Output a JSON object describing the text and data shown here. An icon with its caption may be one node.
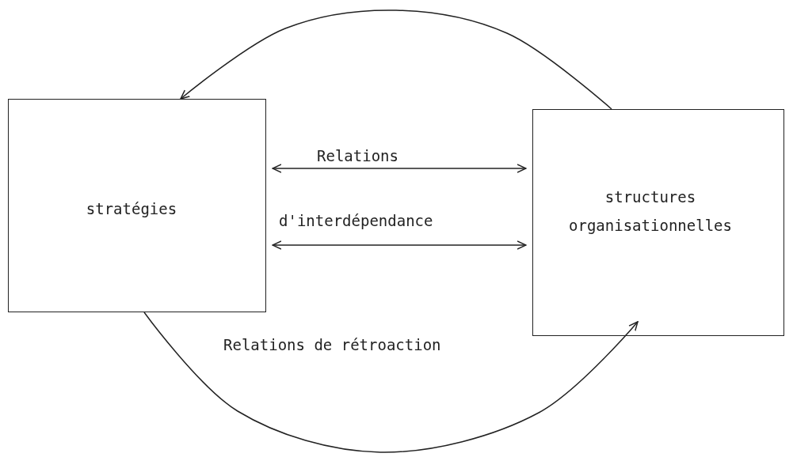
{
  "diagram": {
    "nodes": [
      {
        "text": [
          "stratégies"
        ]
      },
      {
        "text": [
          "structures organisationnelles"
        ]
      }
    ],
    "edges": [
      {
        "from": 0,
        "to": 1,
        "arrow": "both",
        "label": "Relations"
      },
      {
        "from": 0,
        "to": 1,
        "arrow": "both",
        "label": "d'interdépendance"
      },
      {
        "from": 1,
        "to": 0,
        "arrow": "to"
      },
      {
        "from": 0,
        "to": 1,
        "arrow": "to"
      }
    ],
    "labels": [
      "Relations de rétroaction"
    ]
  }
}
